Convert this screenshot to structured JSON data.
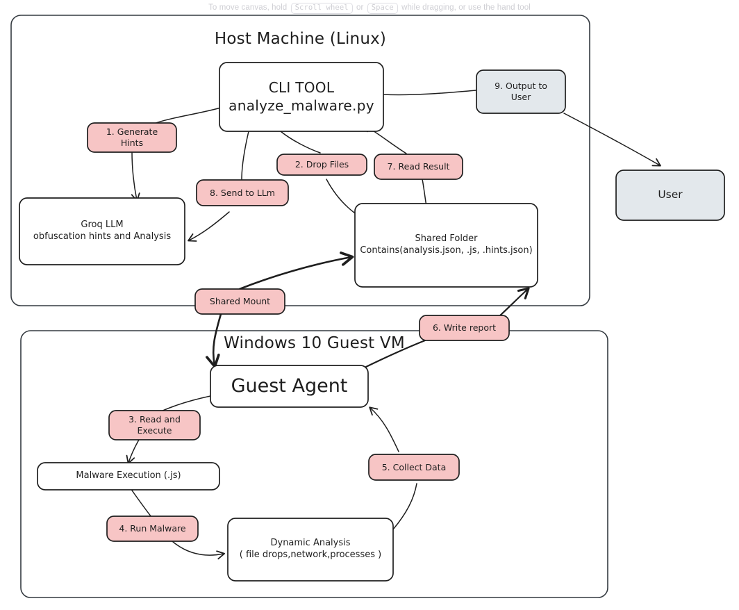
{
  "canvas_hint": {
    "prefix": "To move canvas, hold",
    "key1": "Scroll wheel",
    "middle": "or",
    "key2": "Space",
    "suffix": "while dragging, or use the hand tool"
  },
  "colors": {
    "stroke": "#1e1e1e",
    "container_stroke": "#343a40",
    "node_fill": "#ffffff",
    "pink_fill": "#f7c5c5",
    "gray_fill": "#e3e8ec",
    "text": "#1e1e1e"
  },
  "containers": [
    {
      "id": "host",
      "title": "Host Machine (Linux)"
    },
    {
      "id": "guest",
      "title": "Windows 10 Guest VM"
    }
  ],
  "nodes": [
    {
      "id": "cli-tool",
      "line1": "CLI TOOL",
      "line2": "analyze_malware.py",
      "fill": "white"
    },
    {
      "id": "groq-llm",
      "line1": "Groq LLM",
      "line2": "obfuscation hints and Analysis",
      "fill": "white"
    },
    {
      "id": "shared-folder",
      "line1": "Shared Folder",
      "line2": "Contains(analysis.json, .js, .hints.json)",
      "fill": "white"
    },
    {
      "id": "user",
      "line1": "User",
      "line2": "",
      "fill": "gray"
    },
    {
      "id": "guest-agent",
      "line1": "Guest Agent",
      "line2": "",
      "fill": "white"
    },
    {
      "id": "malware-execution",
      "line1": "Malware Execution (.js)",
      "line2": "",
      "fill": "white"
    },
    {
      "id": "dynamic-analysis",
      "line1": "Dynamic Analysis",
      "line2": "( file drops,network,processes )",
      "fill": "white"
    }
  ],
  "edge_labels": [
    {
      "id": "generate-hints",
      "line1": "1. Generate",
      "line2": "Hints",
      "fill": "pink"
    },
    {
      "id": "drop-files",
      "line1": "2. Drop Files",
      "line2": "",
      "fill": "pink"
    },
    {
      "id": "read-and-execute",
      "line1": "3. Read and",
      "line2": "Execute",
      "fill": "pink"
    },
    {
      "id": "run-malware",
      "line1": "4. Run Malware",
      "line2": "",
      "fill": "pink"
    },
    {
      "id": "collect-data",
      "line1": "5. Collect Data",
      "line2": "",
      "fill": "pink"
    },
    {
      "id": "write-report",
      "line1": "6. Write report",
      "line2": "",
      "fill": "pink"
    },
    {
      "id": "read-result",
      "line1": "7. Read Result",
      "line2": "",
      "fill": "pink"
    },
    {
      "id": "send-to-llm",
      "line1": "8. Send to LLm",
      "line2": "",
      "fill": "pink"
    },
    {
      "id": "output-to-user",
      "line1": "9. Output to",
      "line2": "User",
      "fill": "gray"
    },
    {
      "id": "shared-mount",
      "line1": "Shared Mount",
      "line2": "",
      "fill": "pink"
    }
  ]
}
